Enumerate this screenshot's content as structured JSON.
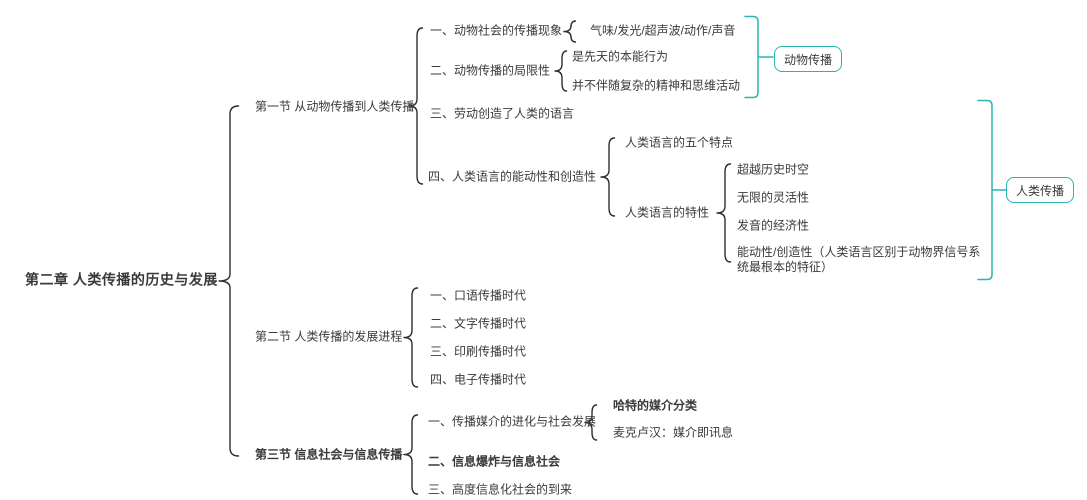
{
  "root": {
    "label": "第二章 人类传播的历史与发展"
  },
  "sections": [
    "第一节 从动物传播到人类传播",
    "第二节 人类传播的发展进程",
    "第三节 信息社会与信息传播"
  ],
  "s1": {
    "items": [
      "一、动物社会的传播现象",
      "二、动物传播的局限性",
      "三、劳动创造了人类的语言",
      "四、人类语言的能动性和创造性"
    ],
    "signals": "气味/发光/超声波/动作/声音",
    "limitations": [
      "是先天的本能行为",
      "并不伴随复杂的精神和思维活动"
    ],
    "language": [
      "人类语言的五个特点",
      "人类语言的特性"
    ],
    "traits": [
      "超越历史时空",
      "无限的灵活性",
      "发音的经济性",
      "能动性/创造性（人类语言区别于动物界信号系统最根本的特征）"
    ]
  },
  "s2": {
    "items": [
      "一、口语传播时代",
      "二、文字传播时代",
      "三、印刷传播时代",
      "四、电子传播时代"
    ]
  },
  "s3": {
    "items": [
      "一、传播媒介的进化与社会发展",
      "二、信息爆炸与信息社会",
      "三、高度信息化社会的到来"
    ],
    "media": [
      "哈特的媒介分类",
      "麦克卢汉：媒介即讯息"
    ]
  },
  "summaries": {
    "animal": "动物传播",
    "human": "人类传播"
  },
  "colors": {
    "accent": "#2ab5ae",
    "line": "#2d2d2d",
    "text": "#3a3a3a"
  }
}
